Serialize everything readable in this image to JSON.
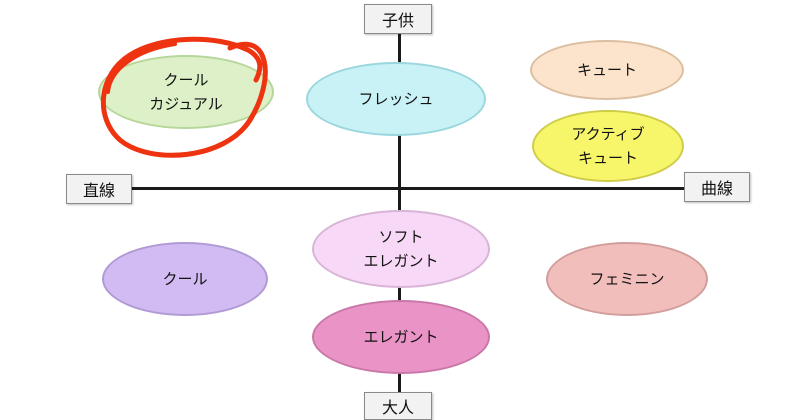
{
  "axes": {
    "top": "子供",
    "bottom": "大人",
    "left": "直線",
    "right": "曲線"
  },
  "styles": [
    {
      "id": "cool-casual",
      "lines": [
        "クール",
        "カジュアル"
      ],
      "fill": "#ddf0c8"
    },
    {
      "id": "fresh",
      "lines": [
        "フレッシュ"
      ],
      "fill": "#c8f2f6"
    },
    {
      "id": "cute",
      "lines": [
        "キュート"
      ],
      "fill": "#fbe3cc"
    },
    {
      "id": "active-cute",
      "lines": [
        "アクティブ",
        "キュート"
      ],
      "fill": "#f7f66a"
    },
    {
      "id": "soft-elegant",
      "lines": [
        "ソフト",
        "エレガント"
      ],
      "fill": "#f7d8f6"
    },
    {
      "id": "cool",
      "lines": [
        "クール"
      ],
      "fill": "#d2baf2"
    },
    {
      "id": "feminine",
      "lines": [
        "フェミニン"
      ],
      "fill": "#f2bebc"
    },
    {
      "id": "elegant",
      "lines": [
        "エレガント"
      ],
      "fill": "#e993c6"
    }
  ],
  "highlight": {
    "target": "cool-casual",
    "color": "#ee3311"
  }
}
